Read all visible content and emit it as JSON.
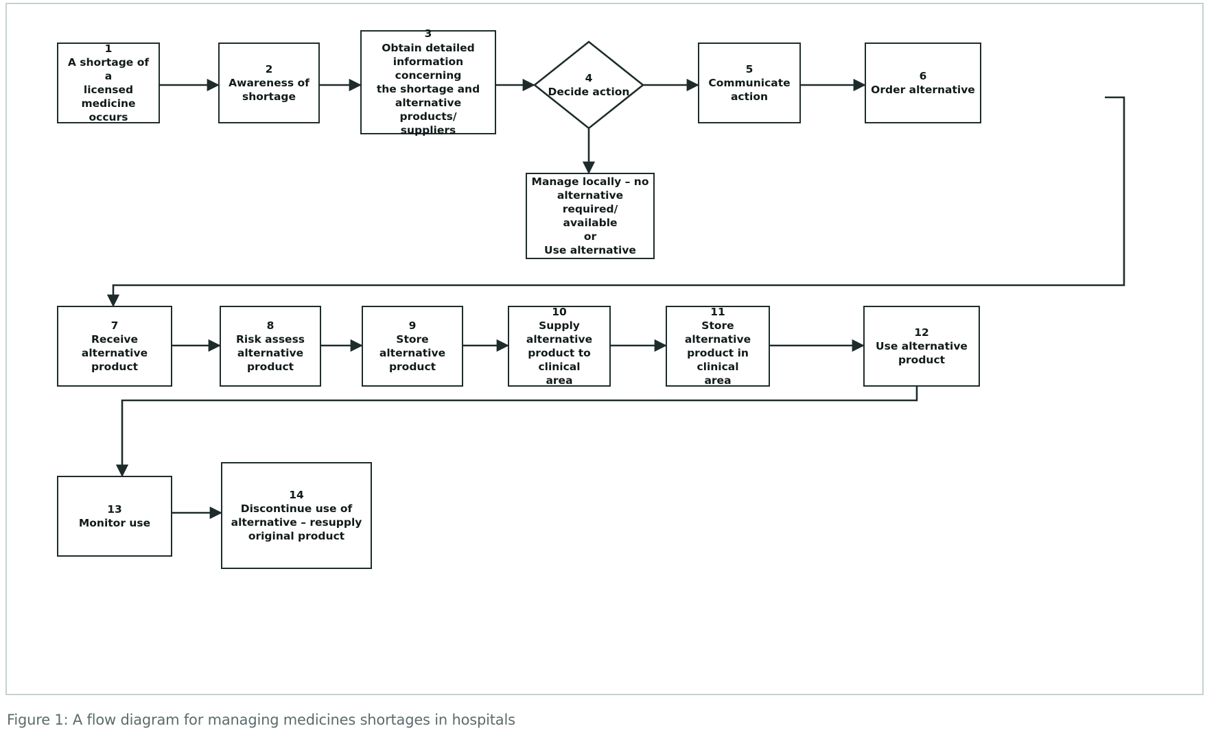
{
  "figure": {
    "caption": "Figure 1: A flow diagram for managing medicines shortages in hospitals",
    "frame_border_color": "#c3d3ce",
    "line_color": "#1d2b2b",
    "text_color": "#111a1a",
    "background": "#ffffff"
  },
  "chart_data": {
    "type": "diagram",
    "title": "A flow diagram for managing medicines shortages in hospitals",
    "nodes": [
      {
        "id": "n1",
        "number": "1",
        "label": "A shortage of a\nlicensed medicine\noccurs",
        "shape": "rect"
      },
      {
        "id": "n2",
        "number": "2",
        "label": "Awareness of\nshortage",
        "shape": "rect"
      },
      {
        "id": "n3",
        "number": "3",
        "label": "Obtain detailed\ninformation concerning\nthe shortage and\nalternative products/\nsuppliers",
        "shape": "rect"
      },
      {
        "id": "n4",
        "number": "4",
        "label": "Decide action",
        "shape": "diamond"
      },
      {
        "id": "n5",
        "number": "5",
        "label": "Communicate\naction",
        "shape": "rect"
      },
      {
        "id": "n6",
        "number": "6",
        "label": "Order alternative",
        "shape": "rect"
      },
      {
        "id": "nml",
        "number": "",
        "label": "Manage locally – no\nalternative required/\navailable\nor\nUse alternative",
        "shape": "rect"
      },
      {
        "id": "n7",
        "number": "7",
        "label": "Receive\nalternative product",
        "shape": "rect"
      },
      {
        "id": "n8",
        "number": "8",
        "label": "Risk assess\nalternative product",
        "shape": "rect"
      },
      {
        "id": "n9",
        "number": "9",
        "label": "Store alternative\nproduct",
        "shape": "rect"
      },
      {
        "id": "n10",
        "number": "10",
        "label": "Supply alternative\nproduct to clinical\narea",
        "shape": "rect"
      },
      {
        "id": "n11",
        "number": "11",
        "label": "Store alternative\nproduct in clinical\narea",
        "shape": "rect"
      },
      {
        "id": "n12",
        "number": "12",
        "label": "Use alternative\nproduct",
        "shape": "rect"
      },
      {
        "id": "n13",
        "number": "13",
        "label": "Monitor use",
        "shape": "rect"
      },
      {
        "id": "n14",
        "number": "14",
        "label": "Discontinue use of\nalternative – resupply\noriginal product",
        "shape": "rect"
      }
    ],
    "edges": [
      {
        "from": "n1",
        "to": "n2",
        "style": "straight"
      },
      {
        "from": "n2",
        "to": "n3",
        "style": "straight"
      },
      {
        "from": "n3",
        "to": "n4",
        "style": "straight"
      },
      {
        "from": "n4",
        "to": "n5",
        "style": "straight"
      },
      {
        "from": "n4",
        "to": "nml",
        "style": "straight-down"
      },
      {
        "from": "n5",
        "to": "n6",
        "style": "straight"
      },
      {
        "from": "n6",
        "to": "n7",
        "style": "orthogonal-wrap"
      },
      {
        "from": "n7",
        "to": "n8",
        "style": "straight"
      },
      {
        "from": "n8",
        "to": "n9",
        "style": "straight"
      },
      {
        "from": "n9",
        "to": "n10",
        "style": "straight"
      },
      {
        "from": "n10",
        "to": "n11",
        "style": "straight"
      },
      {
        "from": "n11",
        "to": "n12",
        "style": "straight"
      },
      {
        "from": "n12",
        "to": "n13",
        "style": "orthogonal-wrap"
      },
      {
        "from": "n13",
        "to": "n14",
        "style": "straight"
      }
    ]
  }
}
